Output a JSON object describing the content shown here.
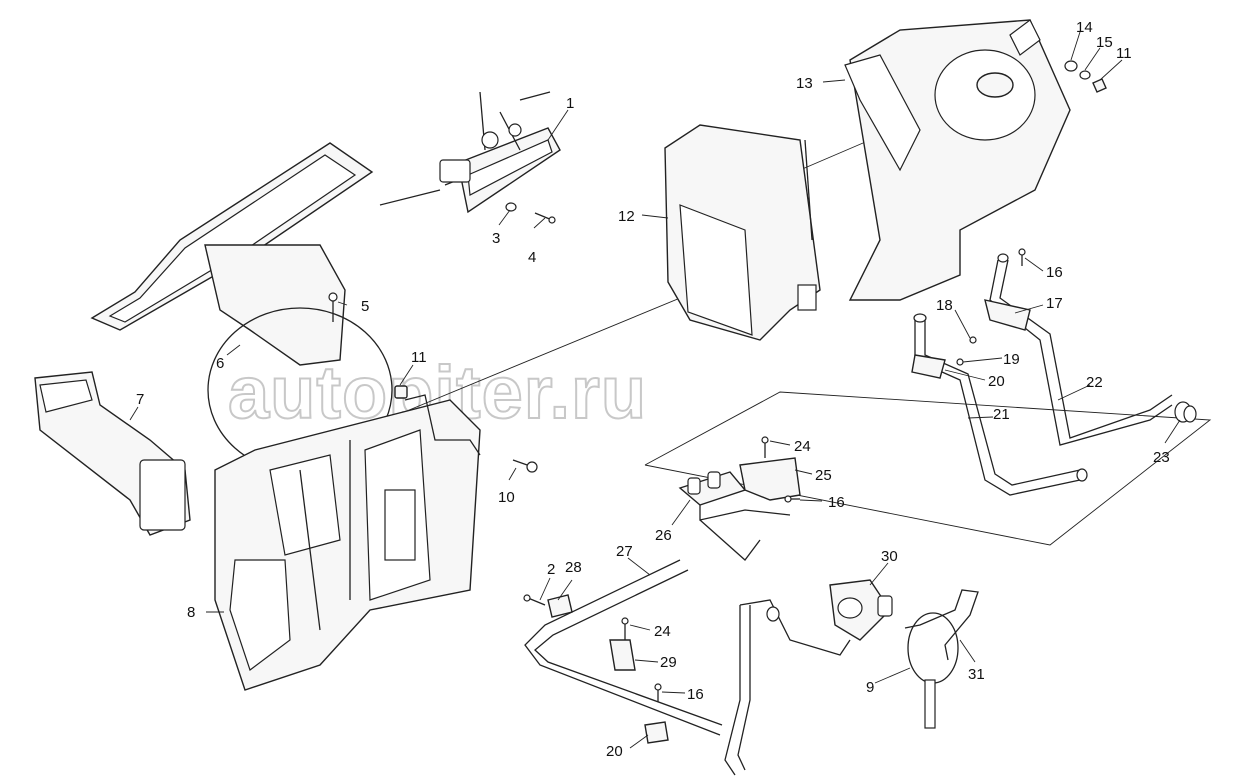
{
  "watermark": "autopiter.ru",
  "callouts": [
    {
      "id": "c1",
      "label": "1"
    },
    {
      "id": "c2",
      "label": "2"
    },
    {
      "id": "c3",
      "label": "3"
    },
    {
      "id": "c4",
      "label": "4"
    },
    {
      "id": "c5",
      "label": "5"
    },
    {
      "id": "c6",
      "label": "6"
    },
    {
      "id": "c7",
      "label": "7"
    },
    {
      "id": "c8",
      "label": "8"
    },
    {
      "id": "c9",
      "label": "9"
    },
    {
      "id": "c10",
      "label": "10"
    },
    {
      "id": "c11a",
      "label": "11"
    },
    {
      "id": "c11b",
      "label": "11"
    },
    {
      "id": "c12",
      "label": "12"
    },
    {
      "id": "c13",
      "label": "13"
    },
    {
      "id": "c14",
      "label": "14"
    },
    {
      "id": "c15",
      "label": "15"
    },
    {
      "id": "c16a",
      "label": "16"
    },
    {
      "id": "c16b",
      "label": "16"
    },
    {
      "id": "c16c",
      "label": "16"
    },
    {
      "id": "c17",
      "label": "17"
    },
    {
      "id": "c18",
      "label": "18"
    },
    {
      "id": "c19",
      "label": "19"
    },
    {
      "id": "c20a",
      "label": "20"
    },
    {
      "id": "c20b",
      "label": "20"
    },
    {
      "id": "c21",
      "label": "21"
    },
    {
      "id": "c22",
      "label": "22"
    },
    {
      "id": "c23",
      "label": "23"
    },
    {
      "id": "c24a",
      "label": "24"
    },
    {
      "id": "c24b",
      "label": "24"
    },
    {
      "id": "c25",
      "label": "25"
    },
    {
      "id": "c26",
      "label": "26"
    },
    {
      "id": "c27",
      "label": "27"
    },
    {
      "id": "c28",
      "label": "28"
    },
    {
      "id": "c29",
      "label": "29"
    },
    {
      "id": "c30",
      "label": "30"
    },
    {
      "id": "c31",
      "label": "31"
    }
  ]
}
